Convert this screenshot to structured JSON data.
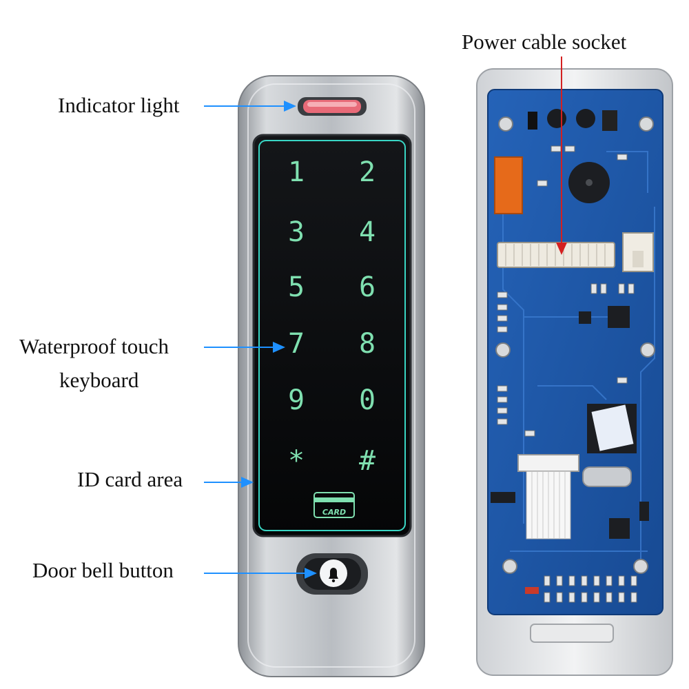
{
  "callouts": {
    "indicator_light": "Indicator light",
    "keyboard_line1": "Waterproof touch",
    "keyboard_line2": "keyboard",
    "id_card_area": "ID card area",
    "door_bell_button": "Door bell button",
    "power_cable_socket": "Power cable socket"
  },
  "keypad": {
    "keys": [
      "1",
      "2",
      "3",
      "4",
      "5",
      "6",
      "7",
      "8",
      "9",
      "0",
      "*",
      "#"
    ],
    "card_label": "CARD"
  },
  "colors": {
    "arrow": "#1e90ff",
    "power_arrow": "#d42020",
    "key_glow": "#7fe0b0",
    "pcb": "#1f58a8"
  }
}
